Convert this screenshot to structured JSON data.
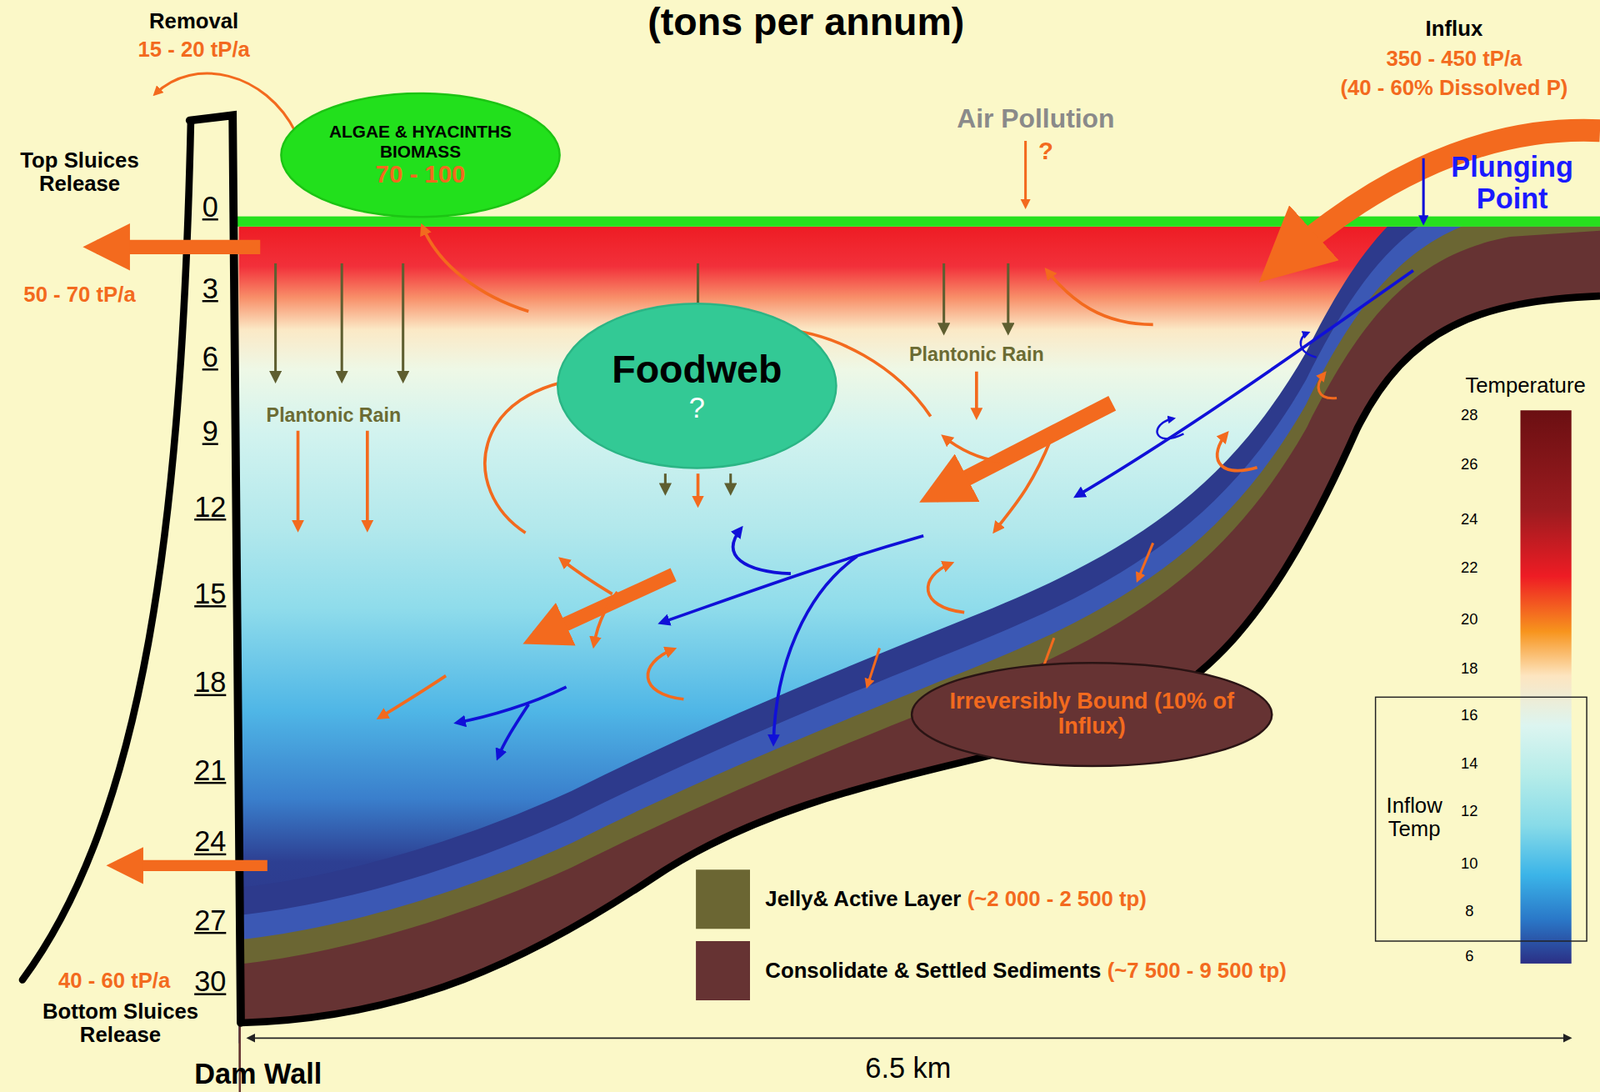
{
  "diagram": {
    "title": "(tons per annum)",
    "nodes": [
      {
        "text": [
          "ALGAE & HYACINTHS BIOMASS",
          "70 - 100"
        ]
      },
      {
        "text": [
          "Foodweb",
          "?"
        ]
      },
      {
        "text": [
          "Irreversibly Bound (10% of Influx)"
        ]
      }
    ],
    "labels": [
      "Removal",
      "15 - 20 tP/a",
      "Top Sluices Release",
      "50 - 70 tP/a",
      "Influx",
      "350 - 450 tP/a",
      "(40 - 60% Dissolved P)",
      "Air Pollution",
      "?",
      "Plunging Point",
      "Plantonic Rain",
      "Plantonic Rain",
      "0",
      "3",
      "6",
      "9",
      "12",
      "15",
      "18",
      "21",
      "24",
      "27",
      "30",
      "40 - 60 tP/a",
      "Bottom Sluices Release",
      "Dam Wall",
      "6.5 km",
      "Temperature",
      "28",
      "26",
      "24",
      "22",
      "20",
      "18",
      "16",
      "14",
      "12",
      "10",
      "8",
      "6",
      "Inflow Temp",
      "(~2 000 - 2 500 tp)",
      "(~7 500 - 9 500 tp)"
    ],
    "legend": [
      {
        "text": "Jelly& Active Layer",
        "color": "#6b6633"
      },
      {
        "text": "Consolidate & Settled Sediments",
        "color": "#663333"
      }
    ]
  }
}
